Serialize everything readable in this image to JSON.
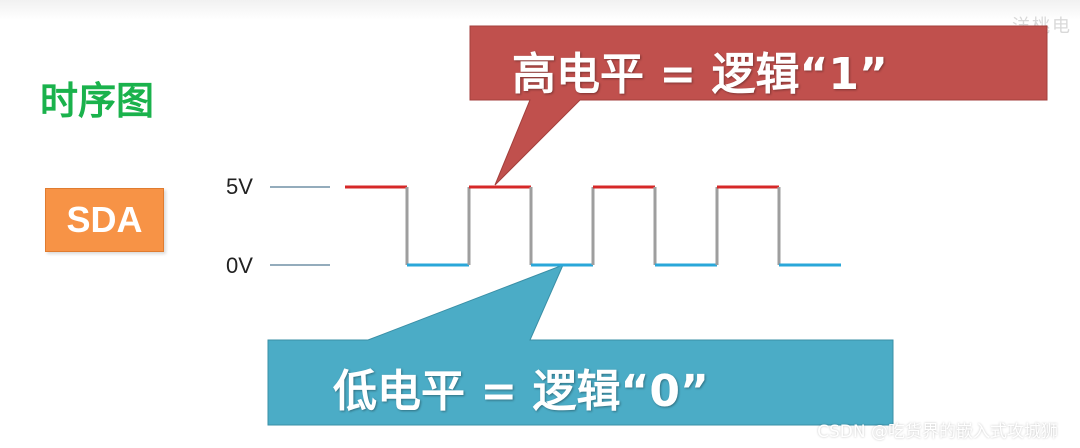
{
  "title": "时序图",
  "signal_label": "SDA",
  "levels": {
    "high_label": "5V",
    "low_label": "0V"
  },
  "callouts": {
    "high": "高电平 = 逻辑“1”",
    "low": "低电平 = 逻辑“0”"
  },
  "waveform": {
    "sequence": [
      1,
      0,
      1,
      0,
      1,
      0,
      1,
      0
    ]
  },
  "colors": {
    "title": "#1ab24c",
    "sda_box": "#f79346",
    "high_segment": "#d62828",
    "low_segment": "#2aa7d9",
    "edge": "#9e9e9e",
    "high_callout": "#c0504d",
    "low_callout": "#4bacc6"
  },
  "watermark": {
    "top": "洋桃电",
    "credit": "CSDN @吃货界的嵌入式攻城狮"
  }
}
